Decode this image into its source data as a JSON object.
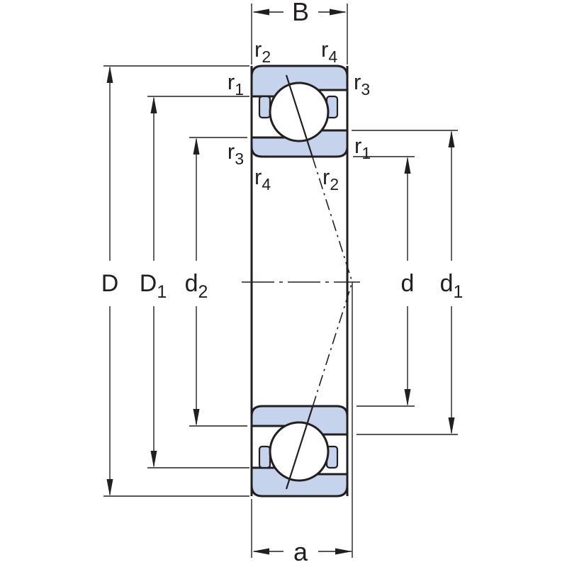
{
  "diagram": {
    "name": "angular-contact-ball-bearing-cross-section",
    "colors": {
      "ring_fill": "#c5d3ed",
      "line": "#231f20",
      "background": "#ffffff"
    },
    "labels": {
      "width": {
        "base": "B",
        "sub": ""
      },
      "outside_diameter": {
        "base": "D",
        "sub": ""
      },
      "shoulder_diameter_D1": {
        "base": "D",
        "sub": "1"
      },
      "shoulder_diameter_d2": {
        "base": "d",
        "sub": "2"
      },
      "bore_diameter": {
        "base": "d",
        "sub": ""
      },
      "shoulder_diameter_d1": {
        "base": "d",
        "sub": "1"
      },
      "pressure_centre_distance": {
        "base": "a",
        "sub": ""
      },
      "r1": {
        "base": "r",
        "sub": "1"
      },
      "r2": {
        "base": "r",
        "sub": "2"
      },
      "r3": {
        "base": "r",
        "sub": "3"
      },
      "r4": {
        "base": "r",
        "sub": "4"
      }
    }
  }
}
